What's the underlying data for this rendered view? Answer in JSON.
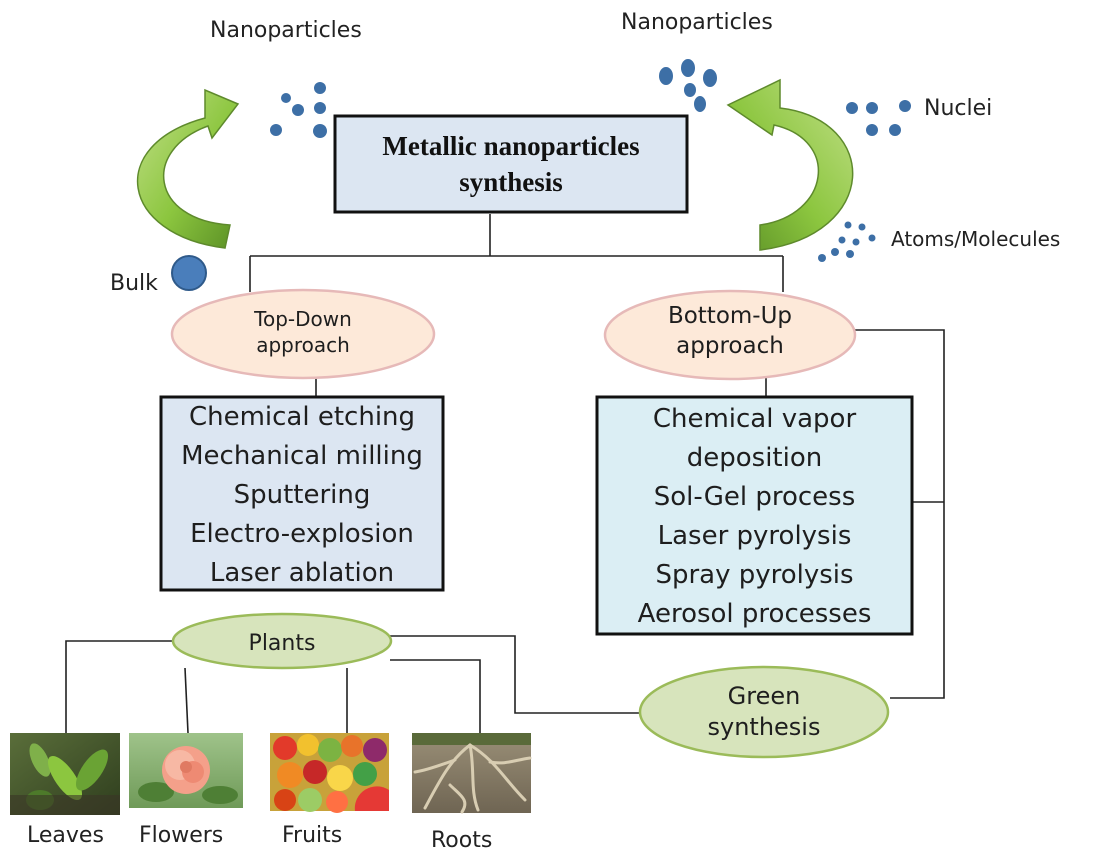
{
  "title_line1": "Metallic nanoparticles",
  "title_line2": "synthesis",
  "top_left_label": "Nanoparticles",
  "top_right_label": "Nanoparticles",
  "bulk_label": "Bulk",
  "nuclei_label": "Nuclei",
  "atoms_label": "Atoms/Molecules",
  "top_down": {
    "line1": "Top-Down",
    "line2": "approach"
  },
  "bottom_up": {
    "line1": "Bottom-Up",
    "line2": "approach"
  },
  "top_down_methods": [
    "Chemical etching",
    "Mechanical milling",
    "Sputtering",
    "Electro-explosion",
    "Laser ablation"
  ],
  "bottom_up_methods": [
    "Chemical vapor",
    "deposition",
    "Sol-Gel process",
    "Laser pyrolysis",
    "Spray pyrolysis",
    "Aerosol processes"
  ],
  "green": {
    "line1": "Green",
    "line2": "synthesis"
  },
  "plants_label": "Plants",
  "plant_parts": [
    "Leaves",
    "Flowers",
    "Fruits",
    "Roots"
  ],
  "colors": {
    "title_box_fill": "#dce6f2",
    "approach_fill": "#fde9d9",
    "approach_stroke": "#e6b9b8",
    "green_fill": "#d7e4bc",
    "green_stroke": "#9bbb59",
    "arrow_fill": "#8cc63f",
    "particle": "#3d6fa6",
    "bottom_box_fill": "#dbeef4"
  }
}
